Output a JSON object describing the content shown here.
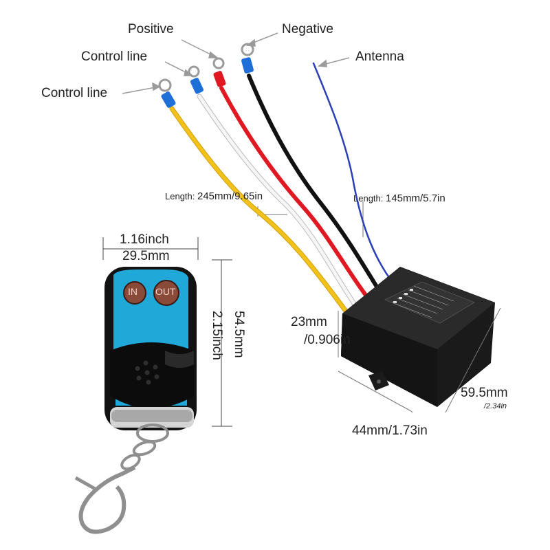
{
  "callouts": {
    "positive": "Positive",
    "negative": "Negative",
    "control_line_1": "Control line",
    "control_line_2": "Control line",
    "antenna": "Antenna"
  },
  "lengths": {
    "wire_prefix": "Length:",
    "wire_value": "245mm/9.65in",
    "antenna_prefix": "Length:",
    "antenna_value": "145mm/5.7in"
  },
  "remote": {
    "button_in": "IN",
    "button_out": "OUT",
    "width_inch": "1.16inch",
    "width_mm": "29.5mm",
    "height_mm": "54.5mm",
    "height_inch": "2.15inch"
  },
  "receiver": {
    "height_mm": "23mm",
    "height_inch": "/0.906in",
    "width": "44mm/1.73in",
    "length_mm": "59.5mm",
    "length_inch": "/2.34in"
  },
  "colors": {
    "wire_yellow": "#f2c21a",
    "wire_white": "#f4f4f4",
    "wire_red": "#e01822",
    "wire_black": "#111111",
    "wire_antenna": "#2b3fb8",
    "remote_blue": "#1fa8d8",
    "button_brown": "#8a4a3a",
    "terminal_blue": "#1f6fd8"
  }
}
